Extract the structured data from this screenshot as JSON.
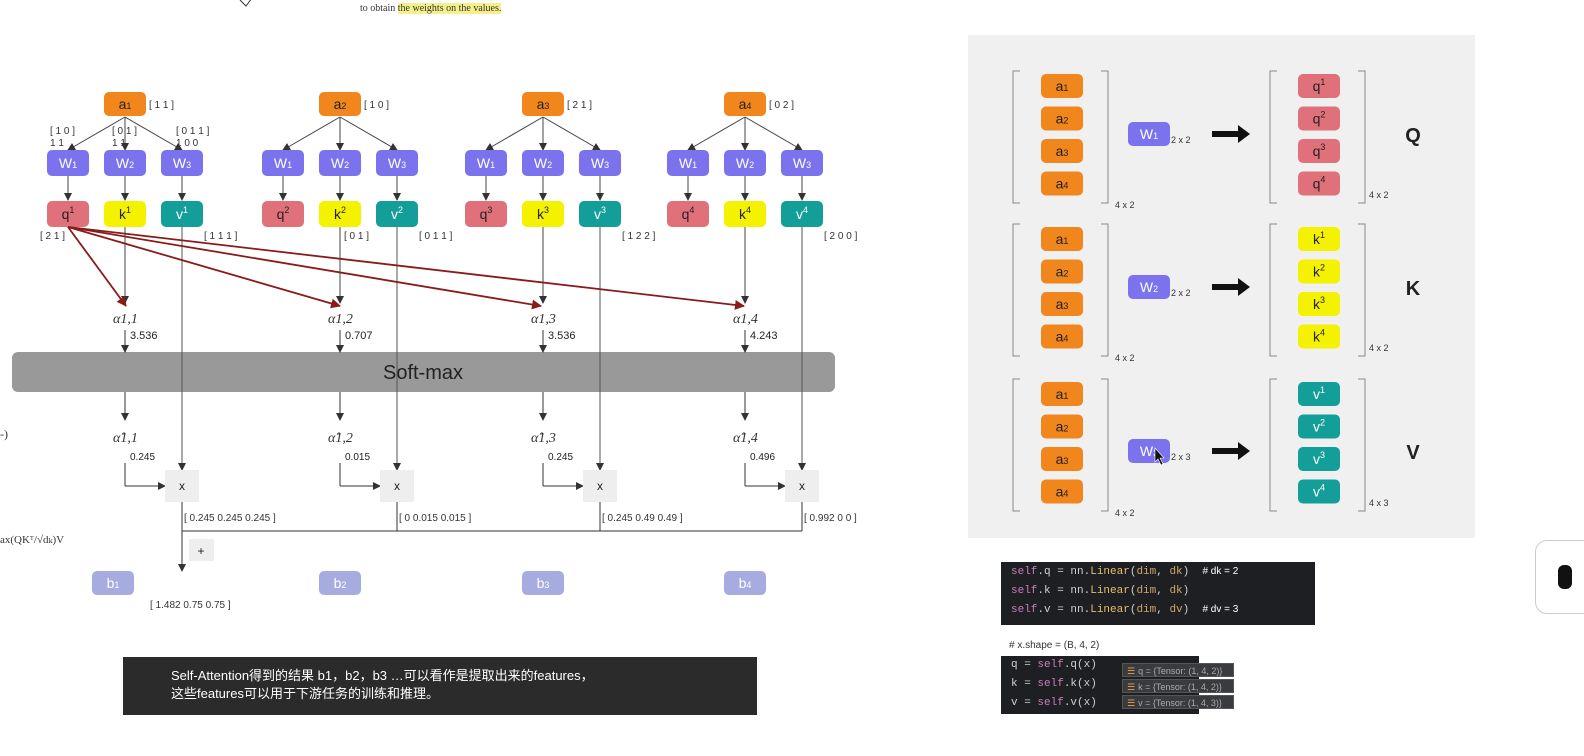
{
  "top_note": {
    "prefix": "to obtain ",
    "highlight": "the weights on the values."
  },
  "left_fragments": {
    "paren": "-)",
    "softmax_formula": "ax(QKᵀ/√dₖ)V"
  },
  "diagram": {
    "inputs": [
      {
        "label": "a1",
        "vec": "[ 1 1 ]"
      },
      {
        "label": "a2",
        "vec": "[ 1 0 ]"
      },
      {
        "label": "a3",
        "vec": "[ 2 1 ]"
      },
      {
        "label": "a4",
        "vec": "[ 0 2 ]"
      }
    ],
    "weights": [
      "W1",
      "W2",
      "W3"
    ],
    "weight_matrices": {
      "w1": [
        "1 0",
        "1 1"
      ],
      "w2": [
        "0 1",
        "1 1"
      ],
      "w3": [
        "0 1 1",
        "1 0 0"
      ]
    },
    "q_labels": [
      "q1",
      "q2",
      "q3",
      "q4"
    ],
    "k_labels": [
      "k1",
      "k2",
      "k3",
      "k4"
    ],
    "v_labels": [
      "v1",
      "v2",
      "v3",
      "v4"
    ],
    "q1_vec": "[ 2 1 ]",
    "k_vecs": [
      "[ 0 1 ]"
    ],
    "v_vecs": [
      "[ 1 1 1 ]",
      "[ 0 1 1 ]",
      "[ 1 2 2 ]",
      "[ 2 0 0 ]"
    ],
    "alphas": [
      {
        "label": "α1,1",
        "score": "3.536"
      },
      {
        "label": "α1,2",
        "score": "0.707"
      },
      {
        "label": "α1,3",
        "score": "3.536"
      },
      {
        "label": "α1,4",
        "score": "4.243"
      }
    ],
    "softmax_label": "Soft-max",
    "alpha_hats": [
      {
        "label": "α̂1,1",
        "score": "0.245"
      },
      {
        "label": "α̂1,2",
        "score": "0.015"
      },
      {
        "label": "α̂1,3",
        "score": "0.245"
      },
      {
        "label": "α̂1,4",
        "score": "0.496"
      }
    ],
    "mult_symbol": "x",
    "plus_symbol": "+",
    "weighted_vecs": [
      "[ 0.245  0.245  0.245 ]",
      "[ 0  0.015  0.015 ]",
      "[ 0.245  0.49  0.49 ]",
      "[ 0.992  0  0 ]"
    ],
    "outputs": [
      "b1",
      "b2",
      "b3",
      "b4"
    ],
    "b1_vec": "[ 1.482   0.75  0.75 ]"
  },
  "matrix_panel": {
    "rows": [
      {
        "inputs": [
          "a1",
          "a2",
          "a3",
          "a4"
        ],
        "input_dim": "4 x 2",
        "weight": "W1",
        "weight_dim": "2 x 2",
        "outputs": [
          "q1",
          "q2",
          "q3",
          "q4"
        ],
        "output_dim": "4 x 2",
        "name": "Q"
      },
      {
        "inputs": [
          "a1",
          "a2",
          "a3",
          "a4"
        ],
        "input_dim": "4 x 2",
        "weight": "W2",
        "weight_dim": "2 x 2",
        "outputs": [
          "k1",
          "k2",
          "k3",
          "k4"
        ],
        "output_dim": "4 x 2",
        "name": "K"
      },
      {
        "inputs": [
          "a1",
          "a2",
          "a3",
          "a4"
        ],
        "input_dim": "4 x 2",
        "weight": "W3",
        "weight_dim": "2 x 3",
        "outputs": [
          "v1",
          "v2",
          "v3",
          "v4"
        ],
        "output_dim": "4 x 3",
        "name": "V"
      }
    ]
  },
  "code_block_1": [
    {
      "self": "self",
      "attr": ".q = nn.",
      "fn": "Linear",
      "args1": "(",
      "p1": "dim",
      "sep": ", ",
      "p2": "dk",
      "close": ")",
      "comment": "# dk = 2"
    },
    {
      "self": "self",
      "attr": ".k = nn.",
      "fn": "Linear",
      "args1": "(",
      "p1": "dim",
      "sep": ", ",
      "p2": "dk",
      "close": ")",
      "comment": ""
    },
    {
      "self": "self",
      "attr": ".v = nn.",
      "fn": "Linear",
      "args1": "(",
      "p1": "dim",
      "sep": ", ",
      "p2": "dv",
      "close": ")",
      "comment": "# dv = 3"
    }
  ],
  "shape_note": "# x.shape = (B, 4, 2)",
  "code_block_2": [
    {
      "lhs": "q = ",
      "self": "self",
      "rhs": ".q(x)",
      "tip": "q = {Tensor: (1, 4, 2)}"
    },
    {
      "lhs": "k = ",
      "self": "self",
      "rhs": ".k(x)",
      "tip": "k = {Tensor: (1, 4, 2)}"
    },
    {
      "lhs": "v = ",
      "self": "self",
      "rhs": ".v(x)",
      "tip": "v = {Tensor: (1, 4, 3)}"
    }
  ],
  "caption": {
    "line1": "Self-Attention得到的结果 b1，b2，b3 …可以看作是提取出来的features，",
    "line2": "这些features可以用于下游任务的训练和推理。"
  },
  "colors": {
    "input_orange": "#f0861c",
    "weight_purple": "#7b73ee",
    "query_red": "#e0707a",
    "key_yellow": "#f5f200",
    "value_teal": "#139e9a",
    "output_lavender": "#a7ace0",
    "arrow_darkred": "#8b1a1a",
    "softmax_gray": "#999999",
    "panel_bg": "#f0f0f0"
  }
}
